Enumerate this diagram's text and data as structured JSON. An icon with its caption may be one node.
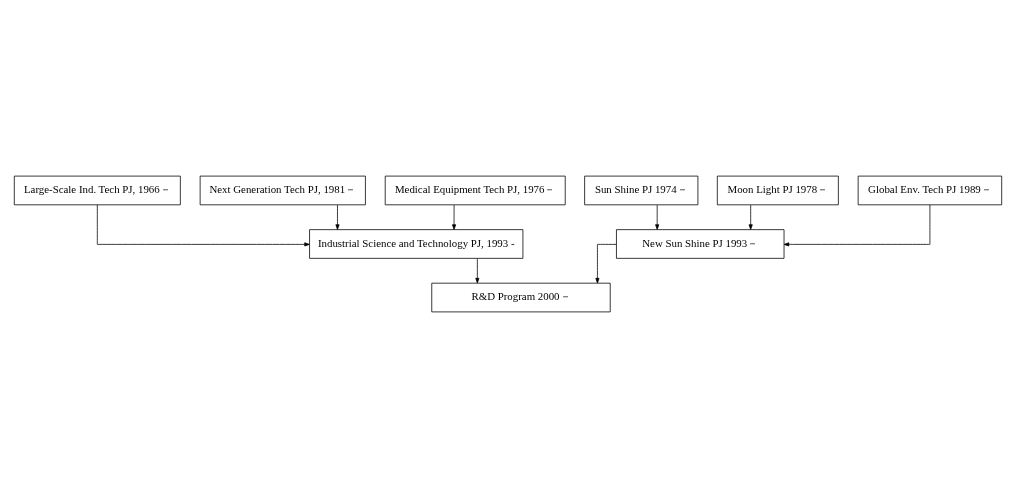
{
  "diagram": {
    "nodes": [
      {
        "text": [
          "Large-Scale Ind. Tech PJ, 1966－"
        ]
      },
      {
        "text": [
          "Next Generation Tech PJ, 1981－"
        ]
      },
      {
        "text": [
          "Medical Equipment Tech PJ, 1976－"
        ]
      },
      {
        "text": [
          "Sun Shine PJ 1974－"
        ]
      },
      {
        "text": [
          "Moon Light PJ 1978－"
        ]
      },
      {
        "text": [
          "Global Env. Tech PJ 1989－"
        ]
      },
      {
        "text": [
          "Industrial Science and Technology PJ, 1993 -"
        ]
      },
      {
        "text": [
          "New Sun Shine PJ 1993－"
        ]
      },
      {
        "text": [
          "R&D Program 2000－"
        ]
      }
    ],
    "edges": [
      {
        "from": 0,
        "to": 6,
        "arrow": "to"
      },
      {
        "from": 2,
        "to": 6,
        "arrow": "to"
      },
      {
        "from": 1,
        "to": 6,
        "arrow": "to"
      },
      {
        "from": 3,
        "to": 7,
        "arrow": "to"
      },
      {
        "from": 5,
        "to": 7,
        "arrow": "to"
      },
      {
        "from": 4,
        "to": 7,
        "arrow": "to"
      },
      {
        "from": 6,
        "to": 8,
        "arrow": "to"
      },
      {
        "from": 7,
        "to": 8,
        "arrow": "to"
      }
    ]
  }
}
